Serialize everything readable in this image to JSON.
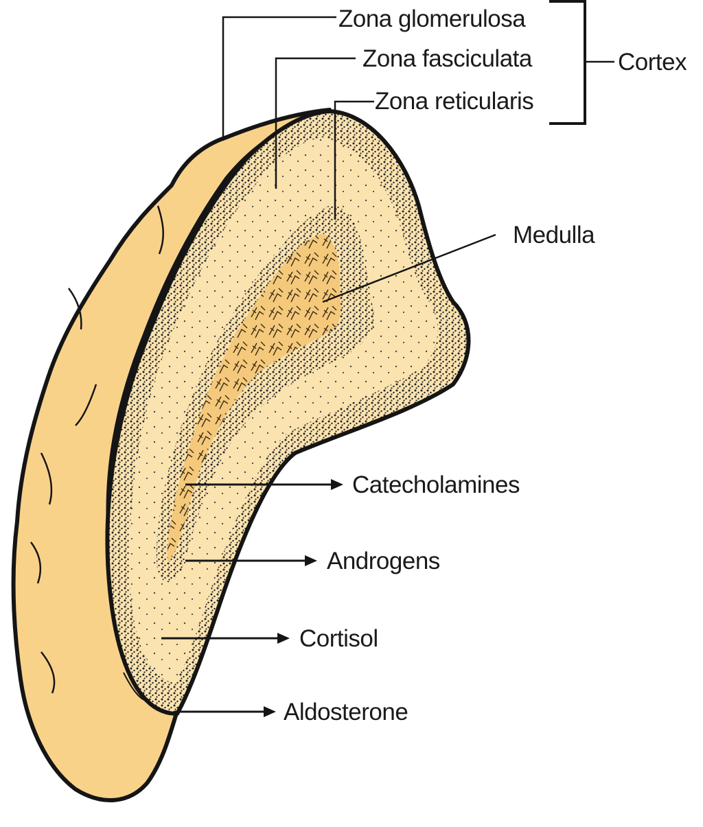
{
  "figure": {
    "subject": "Adrenal gland cross-section",
    "colors": {
      "background": "#ffffff",
      "gland_fill": "#f9d28a",
      "cortex_fill": "#fbe3b0",
      "medulla_fill": "#f4c97c",
      "outline": "#151515",
      "text": "#1a1a1a"
    }
  },
  "labels": {
    "zona_glomerulosa": "Zona glomerulosa",
    "zona_fasciculata": "Zona fasciculata",
    "zona_reticularis": "Zona reticularis",
    "cortex": "Cortex",
    "medulla": "Medulla",
    "catecholamines": "Catecholamines",
    "androgens": "Androgens",
    "cortisol": "Cortisol",
    "aldosterone": "Aldosterone"
  },
  "legend_groups": [
    {
      "group": "Cortex",
      "members": [
        "Zona glomerulosa",
        "Zona fasciculata",
        "Zona reticularis"
      ]
    }
  ],
  "secretions": [
    {
      "source": "Medulla",
      "product": "Catecholamines"
    },
    {
      "source": "Zona reticularis",
      "product": "Androgens"
    },
    {
      "source": "Zona fasciculata",
      "product": "Cortisol"
    },
    {
      "source": "Zona glomerulosa",
      "product": "Aldosterone"
    }
  ]
}
